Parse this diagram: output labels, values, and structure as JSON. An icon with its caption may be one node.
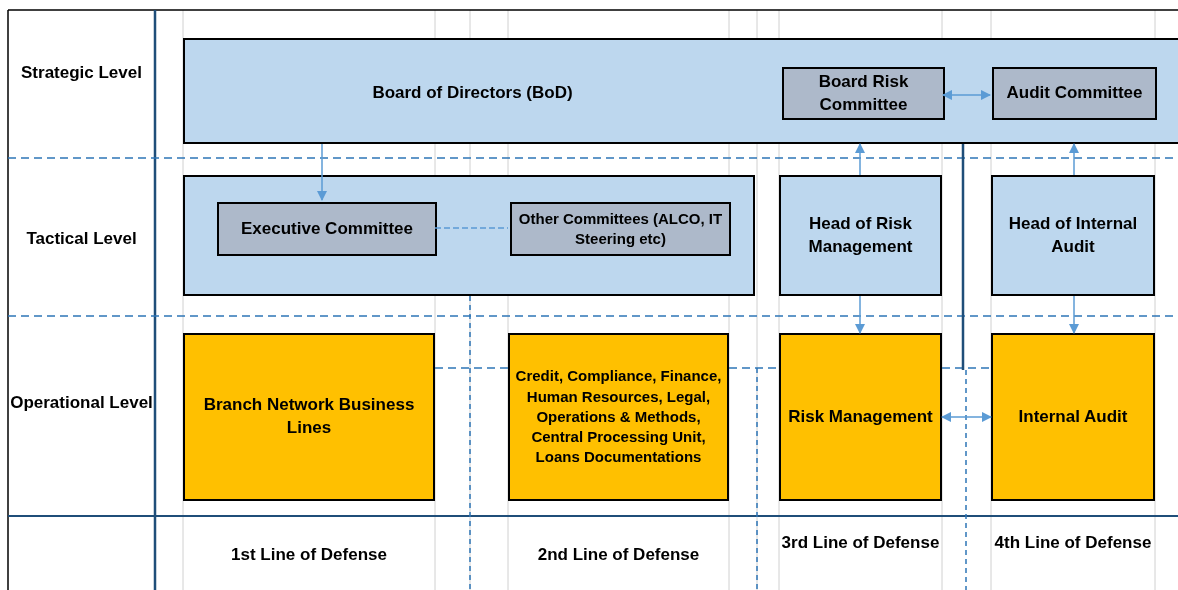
{
  "diagram": {
    "nodes": [
      {
        "text": [
          "Board of Directors (BoD)"
        ]
      },
      {
        "text": [
          "Board Risk Committee"
        ],
        "in": 0
      },
      {
        "text": [
          "Audit Committee"
        ],
        "in": 0
      },
      {
        "text": [],
        "shape": "box"
      },
      {
        "text": [
          "Executive Committee"
        ],
        "in": 3
      },
      {
        "text": [
          "Other Committees (ALCO, IT Steering etc)"
        ],
        "in": 3
      },
      {
        "text": [
          "Head of Risk Management"
        ]
      },
      {
        "text": [
          "Head of Internal Audit"
        ]
      },
      {
        "text": [
          "Branch Network Business Lines"
        ]
      },
      {
        "text": [
          "Credit, Compliance, Finance, Human Resources, Legal, Operations & Methods, Central Processing Unit, Loans Documentations"
        ]
      },
      {
        "text": [
          "Risk Management"
        ]
      },
      {
        "text": [
          "Internal Audit"
        ]
      }
    ],
    "edges": [
      {
        "from": 0,
        "to": 4,
        "arrow": "to"
      },
      {
        "from": 4,
        "to": 5,
        "arrow": "none",
        "style": "dashed"
      },
      {
        "from": 1,
        "to": 2,
        "arrow": "both"
      },
      {
        "from": 6,
        "to": 0,
        "arrow": "to"
      },
      {
        "from": 7,
        "to": 0,
        "arrow": "to"
      },
      {
        "from": 6,
        "to": 10,
        "arrow": "to"
      },
      {
        "from": 7,
        "to": 11,
        "arrow": "to"
      },
      {
        "from": 10,
        "to": 11,
        "arrow": "both"
      }
    ],
    "labels": [
      "Strategic Level",
      "Tactical Level",
      "Operational Level",
      "1st Line of Defense",
      "2nd Line of Defense",
      "3rd Line of Defense",
      "4th Line of Defense"
    ]
  }
}
